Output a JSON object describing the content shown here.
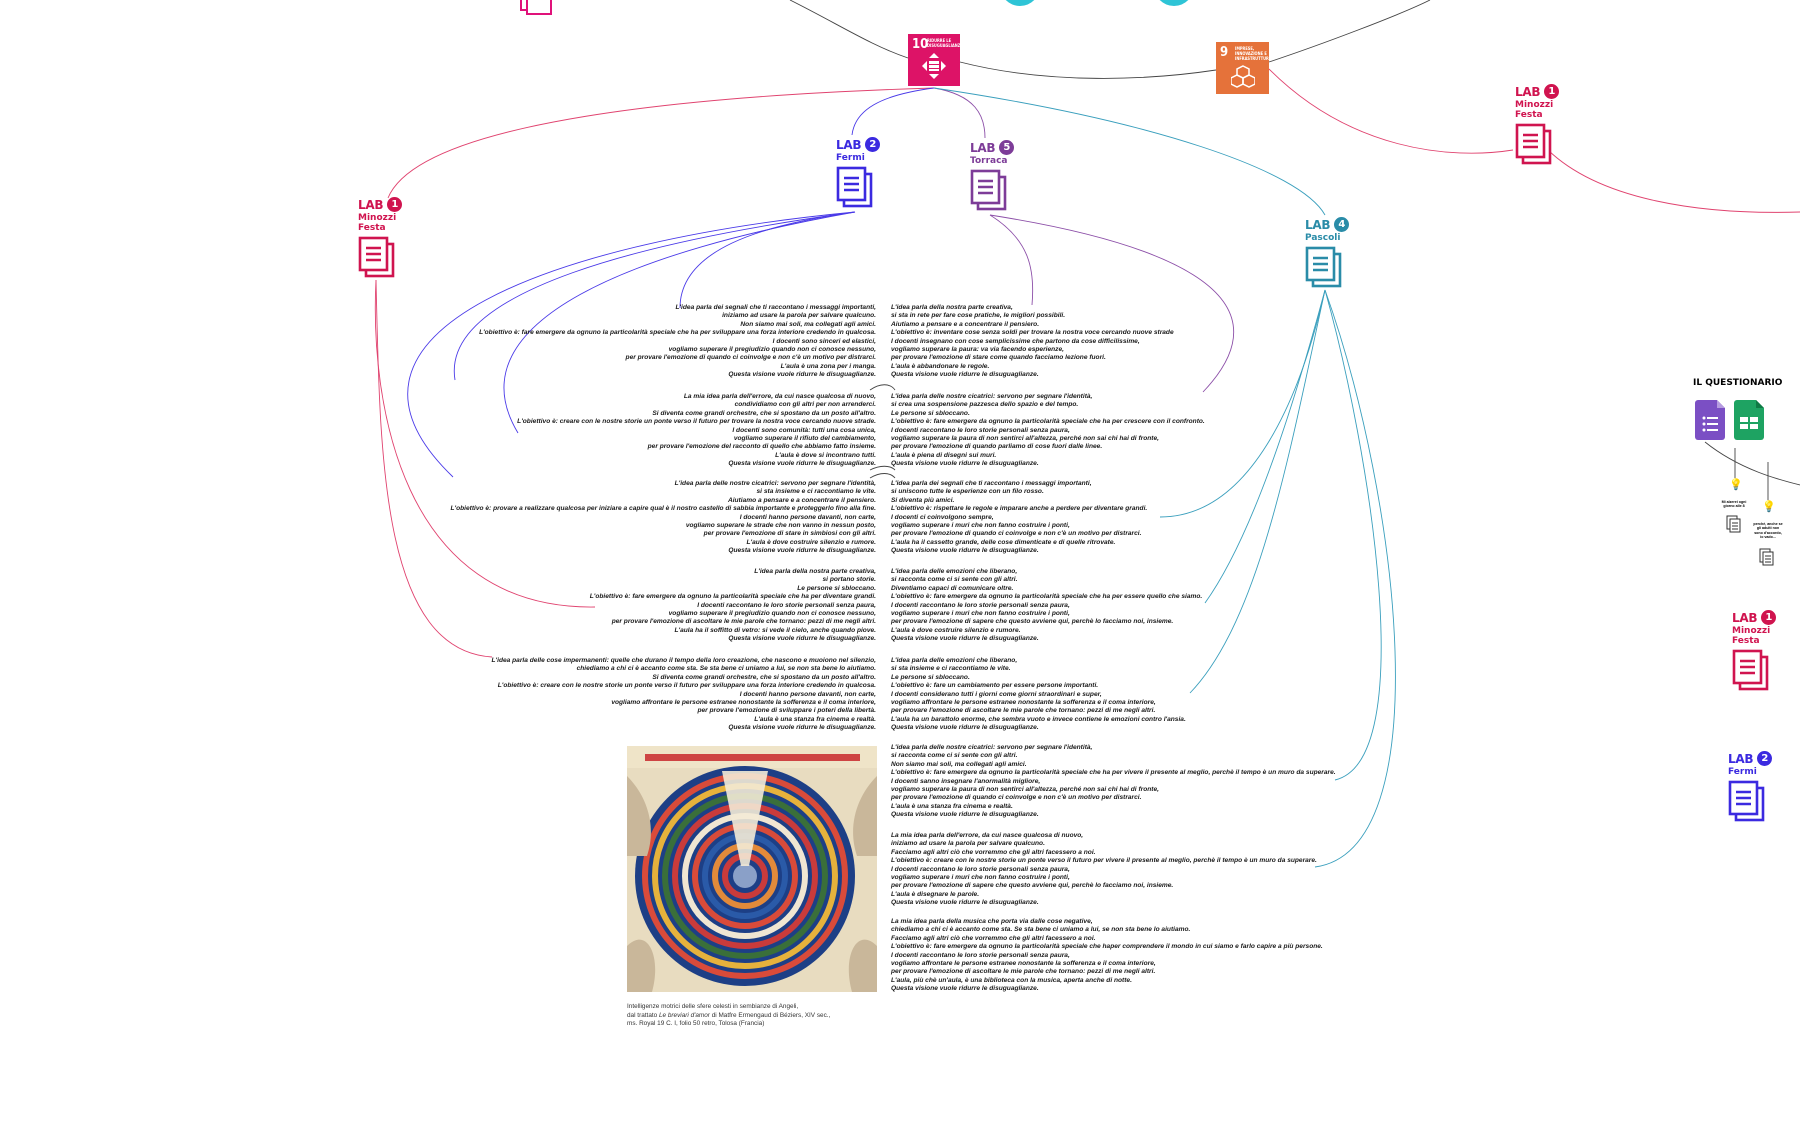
{
  "sdg": [
    {
      "number": "10",
      "title": "Ridurre le disuguaglianze",
      "color": "#dd1367"
    },
    {
      "number": "9",
      "title": "Imprese, innovazione e infrastrutture",
      "color": "#e5723a"
    }
  ],
  "labs": [
    {
      "id": "lab1-left",
      "label": "LAB",
      "number": "1",
      "name": "Minozzi Festa",
      "color": "#d0144f"
    },
    {
      "id": "lab2",
      "label": "LAB",
      "number": "2",
      "name": "Fermi",
      "color": "#3b2ae0"
    },
    {
      "id": "lab5",
      "label": "LAB",
      "number": "5",
      "name": "Torraca",
      "color": "#7d3c98"
    },
    {
      "id": "lab4",
      "label": "LAB",
      "number": "4",
      "name": "Pascoli",
      "color": "#2a8ca8"
    },
    {
      "id": "lab1-top-right",
      "label": "LAB",
      "number": "1",
      "name": "Minozzi Festa",
      "color": "#d0144f"
    },
    {
      "id": "lab1-right",
      "label": "LAB",
      "number": "1",
      "name": "Minozzi Festa",
      "color": "#d0144f"
    },
    {
      "id": "lab2-right",
      "label": "LAB",
      "number": "2",
      "name": "Fermi",
      "color": "#3b2ae0"
    }
  ],
  "questionnaire": {
    "title": "IL QUESTIONARIO",
    "forms_icon": "google-forms-icon",
    "sheets_icon": "google-sheets-icon",
    "notes": [
      "Mi alzerei ogni giorno alle 8",
      "perché, anche se gli adulti non sono d'accordo, io vado..."
    ]
  },
  "text_left": [
    [
      "L'idea parla dei segnali che ti raccontano i messaggi importanti,",
      "iniziamo ad usare la parola per salvare qualcuno.",
      "Non siamo mai soli, ma collegati agli amici.",
      "L'obiettivo è: fare emergere da ognuno la particolarità speciale che ha per sviluppare una forza interiore credendo in qualcosa.",
      "I docenti sono sinceri ed elastici,",
      "vogliamo superare il pregiudizio quando non ci conosce nessuno,",
      "per provare l'emozione di quando ci coinvolge e non c'è un motivo per distrarci.",
      "L'aula è una zona per i manga.",
      "Questa visione vuole ridurre le disuguaglianze."
    ],
    [
      "La mia idea parla dell'errore, da cui nasce qualcosa di nuovo,",
      "condividiamo con gli altri per non arrenderci.",
      "Si diventa come grandi orchestre, che si spostano da un posto all'altro.",
      "L'obiettivo è: creare con le nostre storie un ponte verso il futuro per trovare la nostra voce cercando nuove strade.",
      "I docenti sono comunità: tutti una cosa unica,",
      "vogliamo superare il rifiuto del cambiamento,",
      "per provare l'emozione del racconto di quello che abbiamo fatto insieme.",
      "L'aula è dove si incontrano tutti.",
      "Questa visione vuole ridurre le disuguaglianze."
    ],
    [
      "L'idea parla delle nostre cicatrici: servono per segnare l'identità,",
      "si sta insieme e ci raccontiamo le vite.",
      "Aiutiamo a pensare e a concentrare il pensiero.",
      "L'obiettivo è: provare a realizzare qualcosa per iniziare a capire qual è il nostro castello di sabbia importante e proteggerlo fino alla fine.",
      "I docenti hanno persone davanti, non carte,",
      "vogliamo superare le strade che non vanno in nessun posto,",
      "per provare l'emozione di stare in simbiosi con gli altri.",
      "L'aula è dove costruire silenzio e rumore.",
      "Questa visione vuole ridurre le disuguaglianze."
    ],
    [
      "L'idea parla della nostra parte creativa,",
      "si portano storie.",
      "Le persone si sbloccano.",
      "L'obiettivo è: fare emergere da ognuno la particolarità speciale che ha per diventare grandi.",
      "I docenti raccontano le loro storie personali senza paura,",
      "vogliamo superare il pregiudizio quando non ci conosce nessuno,",
      "per provare l'emozione di ascoltare le mie parole che tornano: pezzi di me negli altri.",
      "L'aula ha il soffitto di vetro: si vede il cielo, anche quando piove.",
      "Questa visione vuole ridurre le disuguaglianze."
    ],
    [
      "L'idea parla delle cose impermanenti: quelle che durano il tempo della loro creazione, che nascono e muoiono nel silenzio,",
      "chiediamo a chi ci è accanto come sta. Se sta bene ci uniamo a lui, se non sta bene lo aiutiamo.",
      "Si diventa come grandi orchestre, che si spostano da un posto all'altro.",
      "L'obiettivo è: creare con le nostre storie un ponte verso il futuro  per sviluppare una forza interiore credendo in qualcosa.",
      "I docenti hanno persone davanti, non carte,",
      "vogliamo affrontare le persone estranee nonostante la sofferenza e il coma interiore,",
      "per provare l'emozione di sviluppare i poteri della libertà.",
      "L'aula è una stanza fra cinema e realtà.",
      "Questa visione vuole ridurre le disuguaglianze."
    ]
  ],
  "text_right": [
    [
      "L'idea parla della nostra parte creativa,",
      "si sta in rete per fare cose pratiche, le migliori possibili.",
      "Aiutiamo a pensare e a concentrare il pensiero.",
      "L'obiettivo è: inventare cose senza soldi per trovare la nostra voce cercando nuove strade",
      "I docenti insegnano con cose semplicissime che partono da cose difficilissime,",
      "vogliamo superare la paura: va via facendo esperienze,",
      "per provare l'emozione di stare come quando facciamo lezione fuori.",
      "L'aula è abbandonare le regole.",
      "Questa visione vuole ridurre le disuguaglianze."
    ],
    [
      "L'idea parla delle nostre cicatrici: servono per segnare l'identità,",
      "si crea una sospensione pazzesca dello spazio e del tempo.",
      "Le persone si sbloccano.",
      "L'obiettivo è: fare emergere da ognuno la particolarità speciale che ha per crescere con il confronto.",
      "I docenti raccontano le loro storie personali senza paura,",
      "vogliamo superare la paura di non sentirci all'altezza, perché non sai chi hai di fronte,",
      "per provare l'emozione di quando parliamo di cose fuori dalle linee.",
      "L'aula è piena di disegni sui muri.",
      "Questa visione vuole ridurre le disuguaglianze."
    ],
    [
      "L'idea parla dei segnali che ti raccontano i messaggi importanti,",
      "si uniscono tutte le esperienze con un filo rosso.",
      "Si diventa più amici.",
      "L'obiettivo è: rispettare le regole e imparare anche a perdere per diventare grandi.",
      "I docenti ci coinvolgono sempre,",
      "vogliamo superare i muri che non fanno costruire i ponti,",
      "per provare l'emozione di quando ci coinvolge e non c'è un motivo per distrarci.",
      "L'aula ha il cassetto grande, delle cose dimenticate e di quelle ritrovate.",
      "Questa visione vuole ridurre le disuguaglianze."
    ],
    [
      "L'idea parla delle emozioni che liberano,",
      "si racconta come ci si sente con gli altri.",
      "Diventiamo capaci di comunicare oltre.",
      "L'obiettivo è: fare emergere da ognuno la particolarità speciale che ha per essere quello che siamo.",
      "I docenti raccontano le loro storie personali senza paura,",
      "vogliamo superare i muri che non fanno costruire i ponti,",
      "per provare l'emozione di sapere che questo avviene qui, perchè lo facciamo noi, insieme.",
      "L'aula è dove costruire silenzio e rumore.",
      "Questa visione vuole ridurre le disuguaglianze."
    ],
    [
      "L'idea parla delle emozioni che liberano,",
      "si sta insieme e ci raccontiamo le vite.",
      "Le persone si sbloccano.",
      "L'obiettivo è: fare un cambiamento per essere persone importanti.",
      "I docenti considerano tutti i giorni come giorni straordinari e super,",
      "vogliamo affrontare le persone estranee nonostante la sofferenza e il coma interiore,",
      "per provare l'emozione di ascoltare le mie parole che tornano: pezzi di me negli altri.",
      "L'aula ha un barattolo enorme, che sembra vuoto e invece contiene le emozioni contro l'ansia.",
      "Questa visione vuole ridurre le disuguaglianze."
    ],
    [
      "L'idea parla delle nostre cicatrici: servono per segnare l'identità,",
      "si racconta come ci si sente con gli altri.",
      "Non siamo mai soli, ma collegati agli amici.",
      "L'obiettivo è: fare emergere da ognuno la particolarità speciale che ha per vivere il presente al meglio,  perchè il tempo è un muro da superare.",
      "I docenti sanno insegnare l'anormalità migliore,",
      "vogliamo superare la paura di non sentirci all'altezza, perché non sai chi hai di fronte,",
      "per provare l'emozione di quando ci coinvolge e non c'è un motivo per distrarci.",
      "L'aula è una stanza fra cinema e realtà.",
      "Questa visione vuole ridurre le disuguaglianze."
    ],
    [
      "La mia idea parla dell'errore, da cui nasce qualcosa di nuovo,",
      "iniziamo ad usare la parola per salvare qualcuno.",
      "Facciamo agli altri ciò che vorremmo che gli altri facessero a noi.",
      "L'obiettivo è: creare con le nostre storie un ponte verso il futuro per vivere il presente al meglio, perchè il tempo è un muro da superare.",
      "I docenti raccontano le loro storie personali senza paura,",
      "vogliamo superare i muri che non fanno costruire i ponti,",
      "per provare l'emozione di sapere che questo avviene qui, perchè lo facciamo noi, insieme.",
      "L'aula è disegnare le parole.",
      "Questa visione vuole ridurre le disuguaglianze."
    ],
    [
      "La mia idea parla della musica che porta via dalle cose negative,",
      " chiediamo a chi ci è accanto come sta. Se sta bene ci uniamo a lui, se non sta bene lo aiutiamo.",
      "Facciamo agli altri ciò che vorremmo che gli altri facessero a noi.",
      "L'obiettivo è: fare emergere da ognuno la particolarità speciale che haper comprendere il mondo in cui siamo e farlo capire a più persone.",
      "I docenti raccontano le loro storie personali senza paura,",
      "vogliamo affrontare le persone estranee nonostante la sofferenza e il coma interiore,",
      "per provare l'emozione di ascoltare le mie parole che tornano: pezzi di me negli altri.",
      "L'aula, più chè un'aula, è una biblioteca con la musica, aperta anche di notte.",
      "Questa visione vuole ridurre le disuguaglianze."
    ]
  ],
  "artwork": {
    "banner_color": "#c8282c",
    "caption_line1": "Intelligenze motrici delle sfere celesti in sembianze di Angeli,",
    "caption_line2_pre": "dal trattato ",
    "caption_line2_title": "Le breviari d'amor",
    "caption_line2_post": " di Matfre Ermengaud di Béziers, XIV sec.,",
    "caption_line3": "ms. Royal 19 C. I, folio 50 retro, Tolosa (Francia)"
  }
}
